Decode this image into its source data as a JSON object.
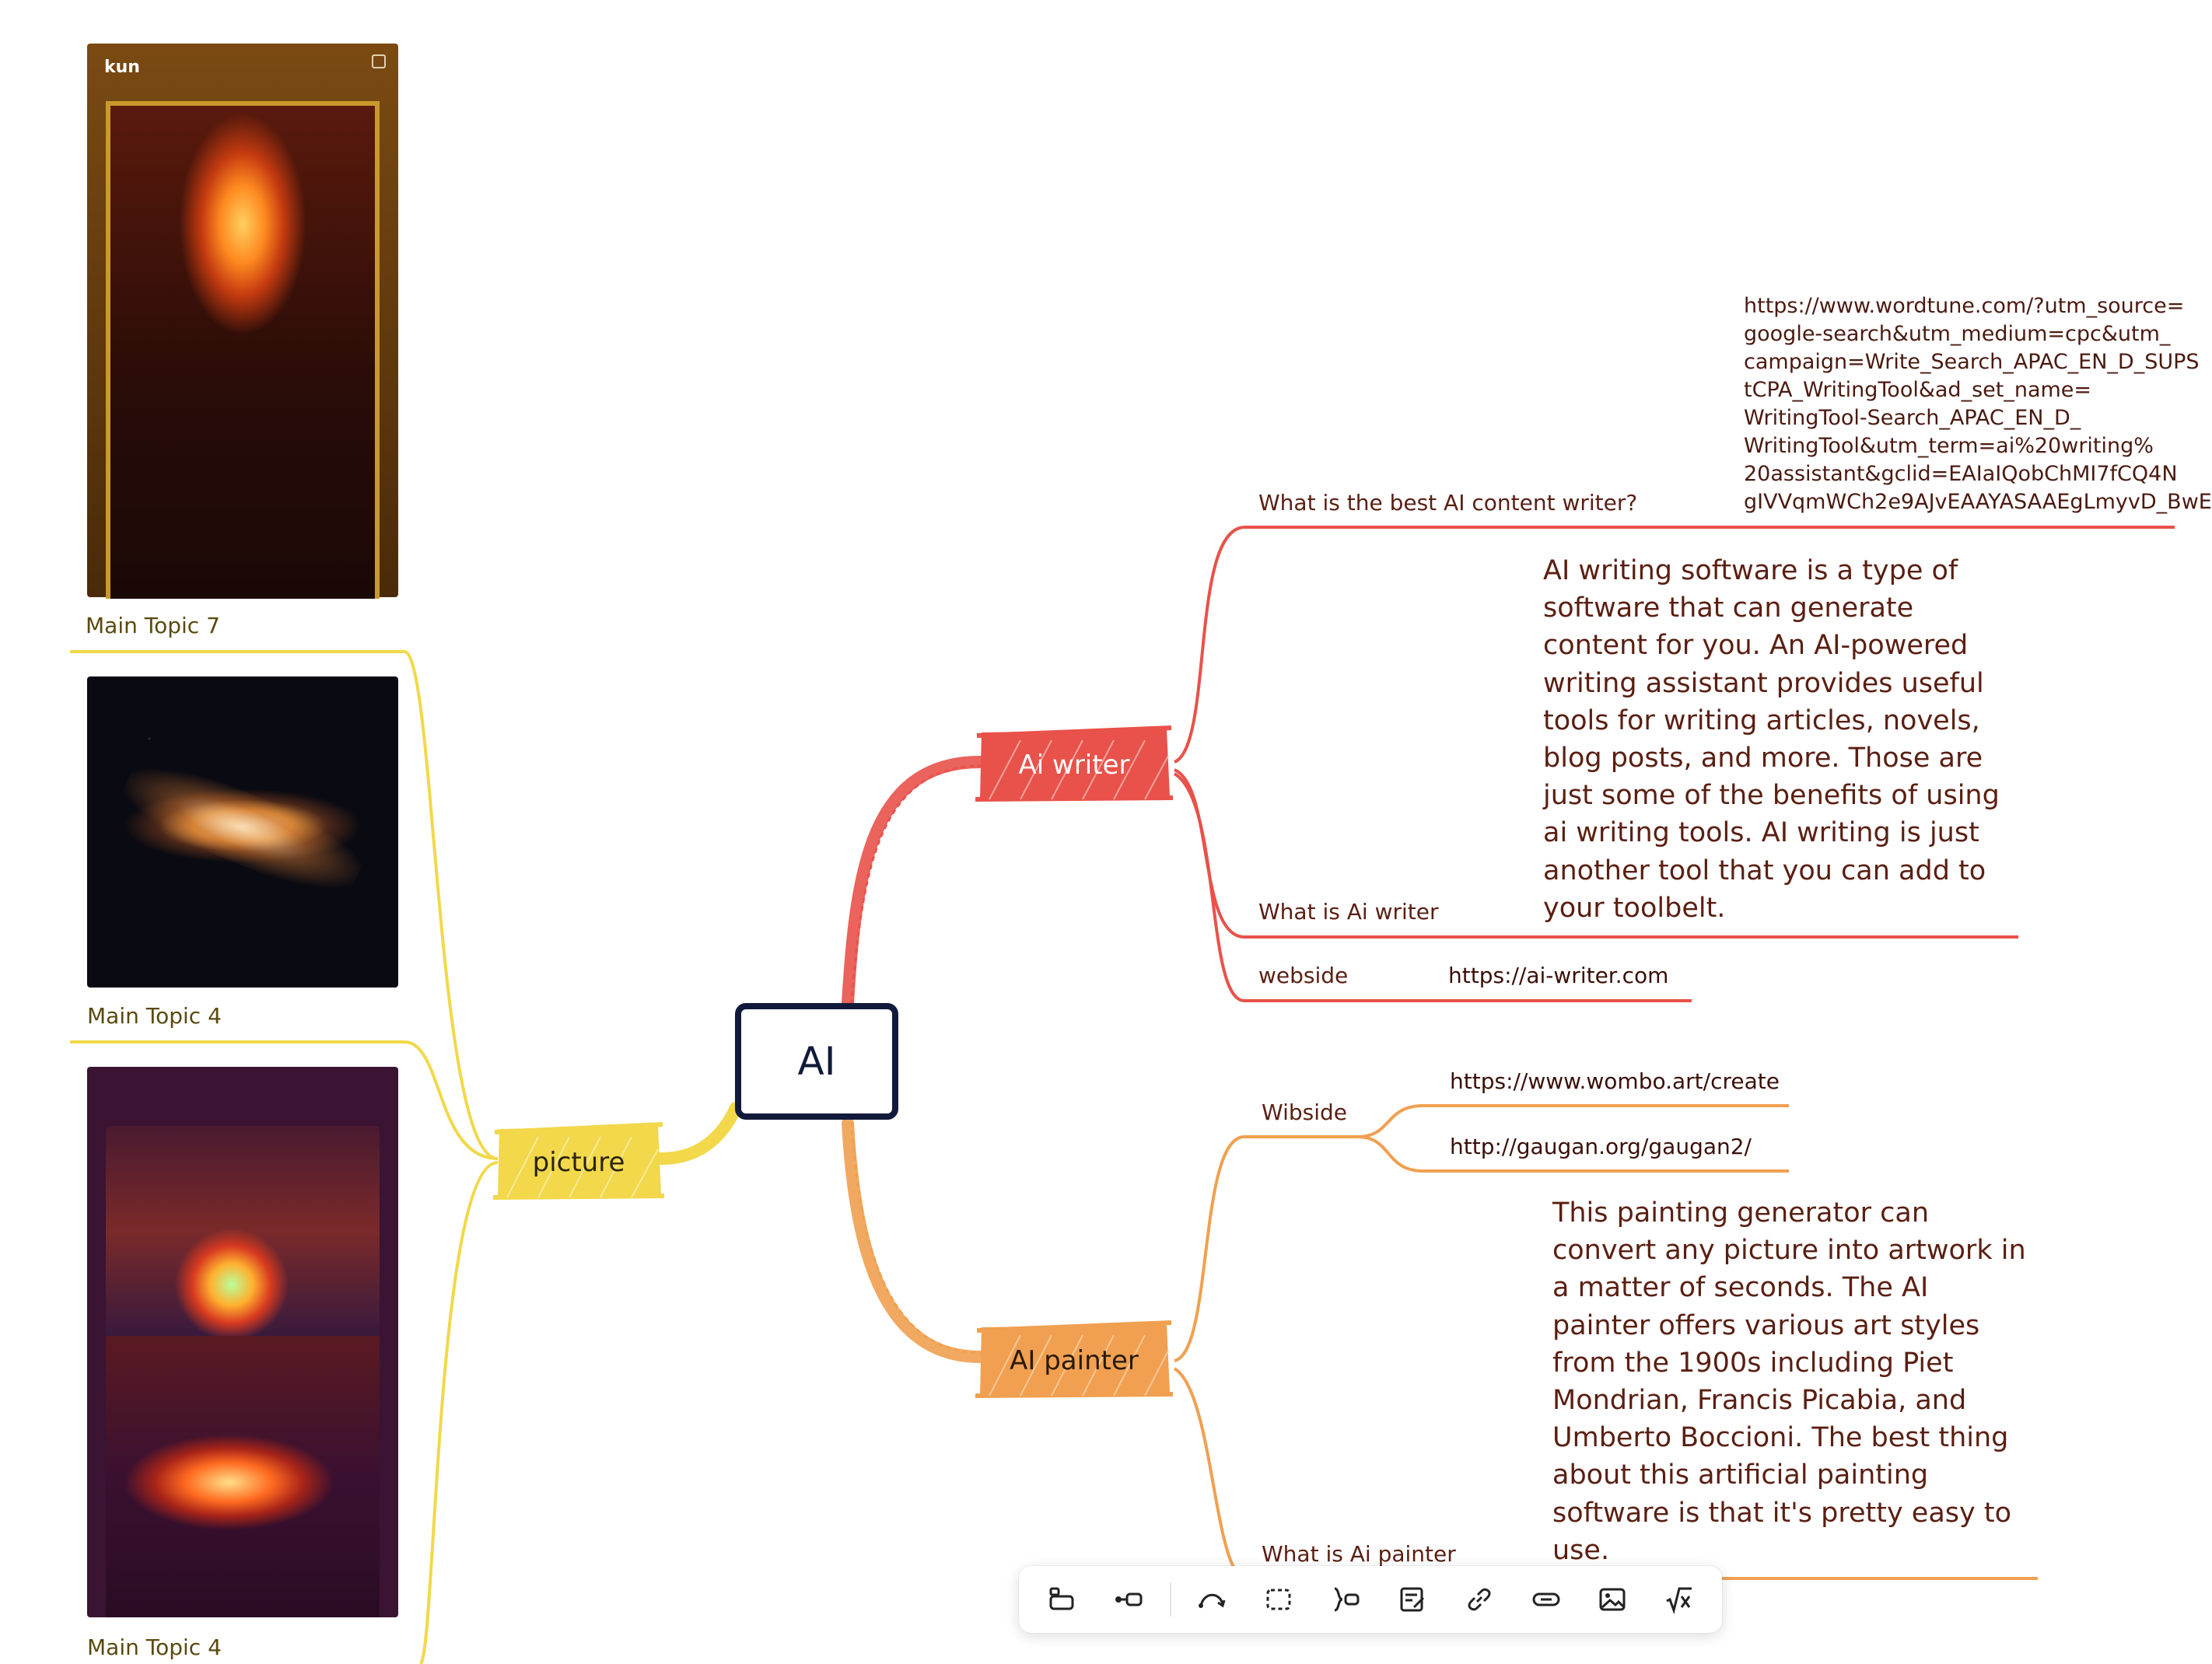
{
  "central": {
    "label": "AI"
  },
  "branches": {
    "writer": {
      "label": "Ai writer",
      "color": "#e8524a",
      "topics": {
        "best": {
          "label": "What is the best AI content writer?",
          "url_lines": [
            "https://www.wordtune.com/?utm_source=",
            "google-search&utm_medium=cpc&utm_",
            "campaign=Write_Search_APAC_EN_D_SUPS",
            "tCPA_WritingTool&ad_set_name=",
            "WritingTool-Search_APAC_EN_D_",
            "WritingTool&utm_term=ai%20writing%",
            "20assistant&gclid=EAIaIQobChMI7fCQ4N",
            "gIVVqmWCh2e9AJvEAAYASAAEgLmyvD_BwE"
          ]
        },
        "what": {
          "label": "What is Ai writer",
          "lines": [
            "AI writing software is a type of",
            "software that can generate",
            "content for you. An AI-powered",
            "writing assistant provides useful",
            "tools for writing articles, novels,",
            "blog posts, and more. Those are",
            "just some of the benefits of using",
            "ai writing tools. AI writing is just",
            "another tool that you can add to",
            "your toolbelt."
          ]
        },
        "site": {
          "label": "webside",
          "url": "https://ai-writer.com"
        }
      }
    },
    "painter": {
      "label": "AI painter",
      "color": "#f0a050",
      "topics": {
        "site": {
          "label": "Wibside",
          "url1": "https://www.wombo.art/create",
          "url2": "http://gaugan.org/gaugan2/"
        },
        "what": {
          "label": "What is Ai painter",
          "lines": [
            "This painting generator can",
            "convert any picture into artwork in",
            "a matter of seconds. The AI",
            "painter offers various art styles",
            "from the 1900s including Piet",
            "Mondrian, Francis Picabia, and",
            "Umberto Boccioni. The best thing",
            "about this artificial painting",
            "software is that it's pretty easy to",
            "use."
          ]
        }
      }
    },
    "picture": {
      "label": "picture",
      "color": "#f2d84a",
      "items": [
        {
          "label": "Main Topic 7",
          "caption": "kun"
        },
        {
          "label": "Main Topic 4"
        },
        {
          "label": "Main Topic 4"
        }
      ]
    }
  },
  "toolbar": {
    "items": [
      "subtopic-icon",
      "relationship-icon",
      "curve-arrow-icon",
      "boundary-icon",
      "summary-icon",
      "note-icon",
      "hyperlink-icon",
      "link-icon",
      "image-icon",
      "equation-icon"
    ]
  }
}
